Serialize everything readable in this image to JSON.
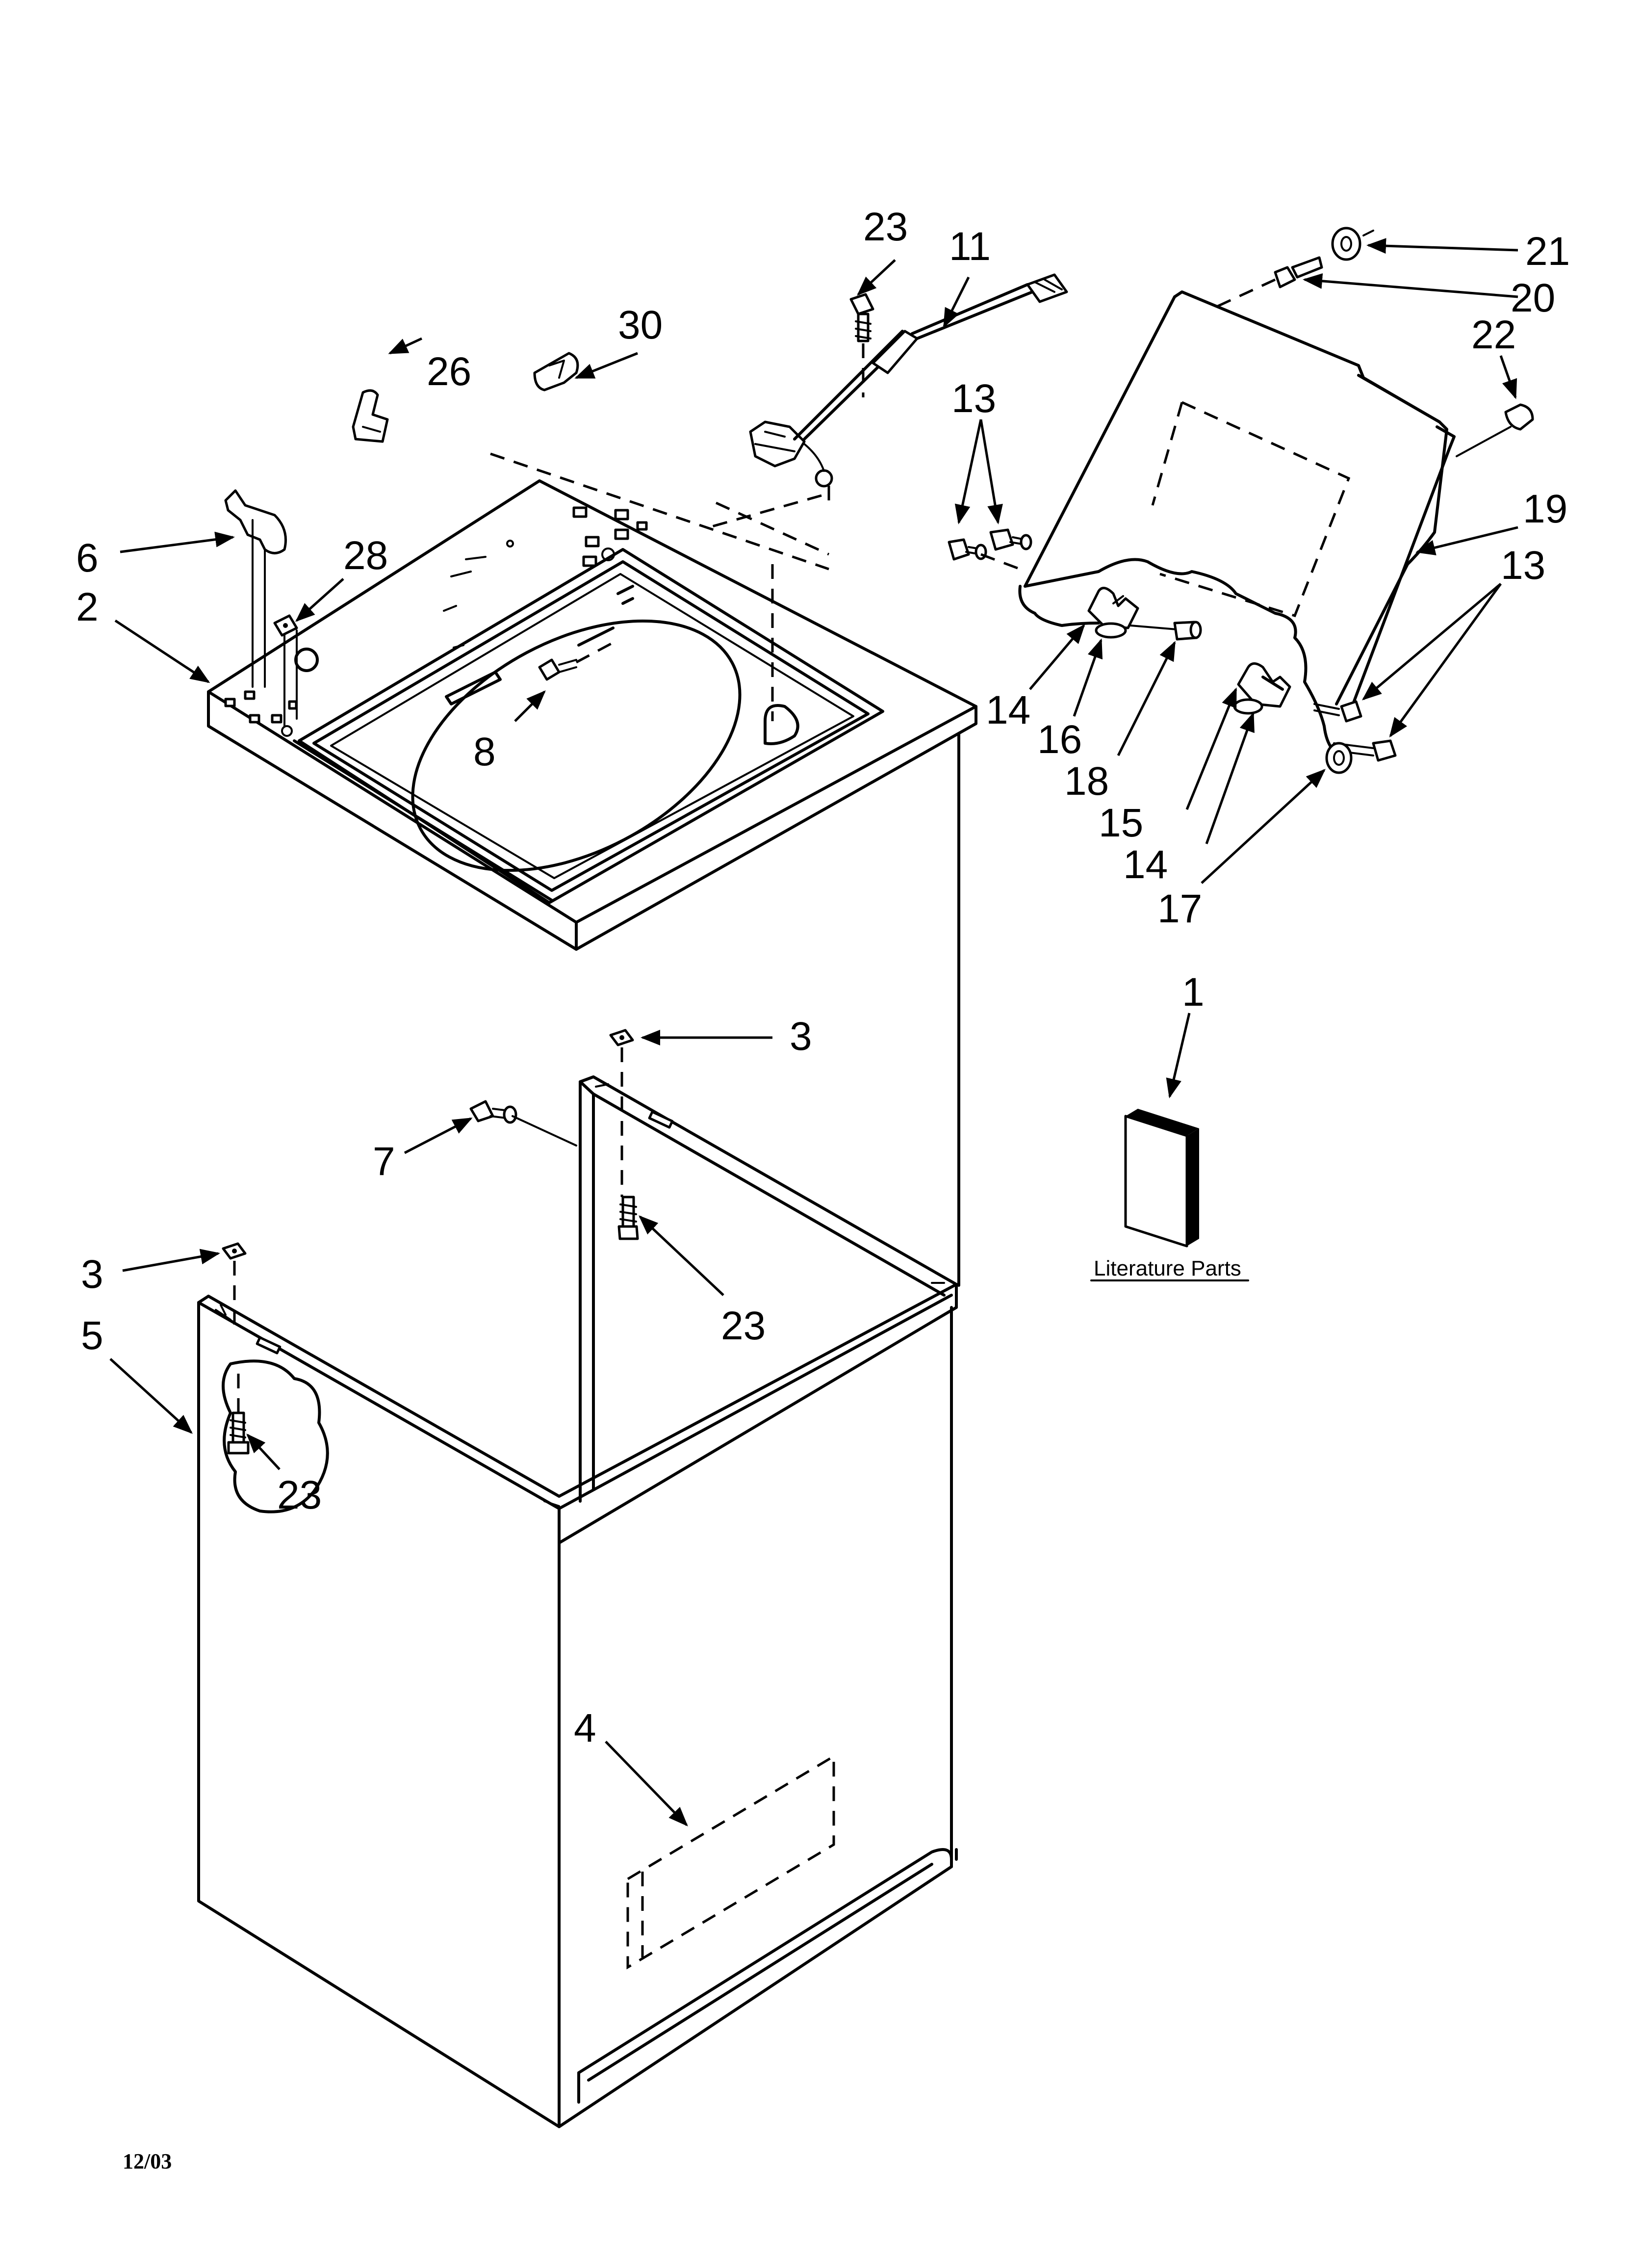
{
  "diagram": {
    "literature_label": "Literature Parts",
    "date_code": "12/03",
    "callouts": {
      "c23_screw_top": "23",
      "c11_harness": "11",
      "c21": "21",
      "c20": "20",
      "c22": "22",
      "c26": "26",
      "c30": "30",
      "c13_left": "13",
      "c19_lid": "19",
      "c13_right": "13",
      "c6": "6",
      "c28": "28",
      "c2_top": "2",
      "c8": "8",
      "c14_a": "14",
      "c16": "16",
      "c18": "18",
      "c15": "15",
      "c14_b": "14",
      "c17": "17",
      "c1_literature": "1",
      "c3_upper": "3",
      "c7": "7",
      "c23_mid": "23",
      "c3_left": "3",
      "c5_cabinet": "5",
      "c23_lower": "23",
      "c4": "4"
    }
  }
}
